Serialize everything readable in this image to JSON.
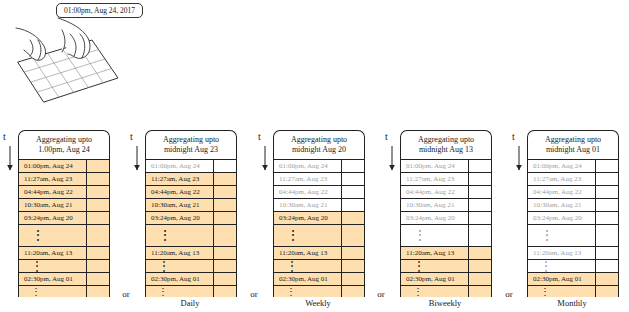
{
  "diagram": {
    "nodes": [
      {
        "text": [
          "01:00pm, Aug 24, 2017"
        ]
      },
      {
        "text": [
          "Aggregating upto 1.00pm, Aug 24"
        ]
      },
      {
        "text": [
          "01:00pm, Aug 24"
        ],
        "in": 1
      },
      {
        "text": [
          "11:27am, Aug 23"
        ],
        "in": 1
      },
      {
        "text": [
          "04:44pm, Aug 22"
        ],
        "in": 1
      },
      {
        "text": [
          "10:30am, Aug 21"
        ],
        "in": 1
      },
      {
        "text": [
          "03:24pm, Aug 20"
        ],
        "in": 1
      },
      {
        "text": [
          "⋮"
        ],
        "in": 1
      },
      {
        "text": [
          "11:20am, Aug 13"
        ],
        "in": 1
      },
      {
        "text": [
          "⋮"
        ],
        "in": 1
      },
      {
        "text": [
          "02:30pm, Aug 01"
        ],
        "in": 1
      },
      {
        "text": [
          "⋮"
        ],
        "in": 1
      },
      {
        "text": [
          "Aggregating upto midnight Aug 23"
        ]
      },
      {
        "text": [
          "01:00pm, Aug 24"
        ],
        "in": 12
      },
      {
        "text": [
          "11:27am, Aug 23"
        ],
        "in": 12
      },
      {
        "text": [
          "04:44pm, Aug 22"
        ],
        "in": 12
      },
      {
        "text": [
          "10:30am, Aug 21"
        ],
        "in": 12
      },
      {
        "text": [
          "03:24pm, Aug 20"
        ],
        "in": 12
      },
      {
        "text": [
          "⋮"
        ],
        "in": 12
      },
      {
        "text": [
          "11:20am, Aug 13"
        ],
        "in": 12
      },
      {
        "text": [
          "⋮"
        ],
        "in": 12
      },
      {
        "text": [
          "02:30pm, Aug 01"
        ],
        "in": 12
      },
      {
        "text": [
          "⋮"
        ],
        "in": 12
      },
      {
        "text": [
          "Aggregating upto midnight Aug 20"
        ]
      },
      {
        "text": [
          "01:00pm, Aug 24"
        ],
        "in": 23
      },
      {
        "text": [
          "11:27am, Aug 23"
        ],
        "in": 23
      },
      {
        "text": [
          "04:44pm, Aug 22"
        ],
        "in": 23
      },
      {
        "text": [
          "10:30am, Aug 21"
        ],
        "in": 23
      },
      {
        "text": [
          "03:24pm, Aug 20"
        ],
        "in": 23
      },
      {
        "text": [
          "⋮"
        ],
        "in": 23
      },
      {
        "text": [
          "11:20am, Aug 13"
        ],
        "in": 23
      },
      {
        "text": [
          "⋮"
        ],
        "in": 23
      },
      {
        "text": [
          "02:30pm, Aug 01"
        ],
        "in": 23
      },
      {
        "text": [
          "⋮"
        ],
        "in": 23
      },
      {
        "text": [
          "Aggregating upto midnight Aug 13"
        ]
      },
      {
        "text": [
          "01:00pm, Aug 24"
        ],
        "in": 34
      },
      {
        "text": [
          "11:27am, Aug 23"
        ],
        "in": 34
      },
      {
        "text": [
          "04:44pm, Aug 22"
        ],
        "in": 34
      },
      {
        "text": [
          "10:30am, Aug 21"
        ],
        "in": 34
      },
      {
        "text": [
          "03:24pm, Aug 20"
        ],
        "in": 34
      },
      {
        "text": [
          "⋮"
        ],
        "in": 34
      },
      {
        "text": [
          "11:20am, Aug 13"
        ],
        "in": 34
      },
      {
        "text": [
          "⋮"
        ],
        "in": 34
      },
      {
        "text": [
          "02:30pm, Aug 01"
        ],
        "in": 34
      },
      {
        "text": [
          "⋮"
        ],
        "in": 34
      },
      {
        "text": [
          "Aggregating upto midnight Aug 01"
        ]
      },
      {
        "text": [
          "01:00pm, Aug 24"
        ],
        "in": 45
      },
      {
        "text": [
          "11:27am, Aug 23"
        ],
        "in": 45
      },
      {
        "text": [
          "04:44pm, Aug 22"
        ],
        "in": 45
      },
      {
        "text": [
          "10:30am, Aug 21"
        ],
        "in": 45
      },
      {
        "text": [
          "03:24pm, Aug 20"
        ],
        "in": 45
      },
      {
        "text": [
          "⋮"
        ],
        "in": 45
      },
      {
        "text": [
          "11:20am, Aug 13"
        ],
        "in": 45
      },
      {
        "text": [
          "⋮"
        ],
        "in": 45
      },
      {
        "text": [
          "02:30pm, Aug 01"
        ],
        "in": 45
      },
      {
        "text": [
          "⋮"
        ],
        "in": 45
      }
    ],
    "labels": [
      "t",
      "t",
      "t",
      "t",
      "t",
      "or",
      "or",
      "or",
      "or",
      "Daily",
      "Weekly",
      "Biweekly",
      "Monthly"
    ]
  }
}
